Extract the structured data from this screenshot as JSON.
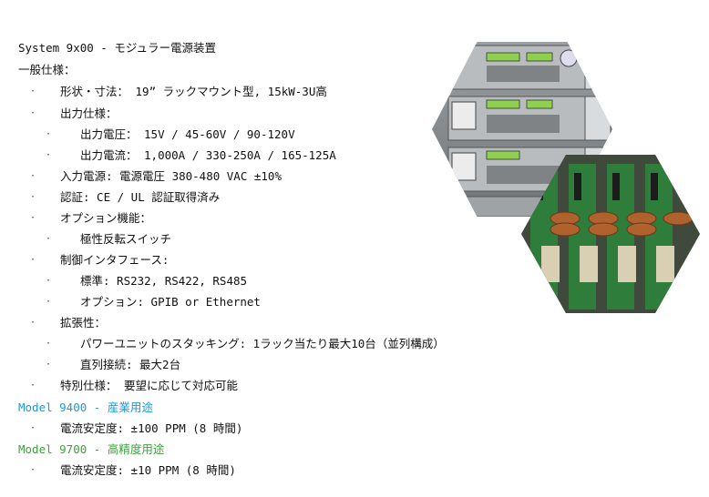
{
  "title": "System 9x00 - モジュラー電源装置",
  "general_spec": "一般仕様：",
  "items": [
    {
      "label": "形状・寸法： 19” ラックマウント型, 15kW-3U高"
    },
    {
      "label": "出力仕様："
    },
    {
      "label": "出力電圧： 15V / 45-60V / 90-120V"
    },
    {
      "label": "出力電流： 1,000A / 330-250A / 165-125A"
    },
    {
      "label": "入力電源: 電源電圧 380-480 VAC ±10%"
    },
    {
      "label": "認証: CE / UL 認証取得済み"
    },
    {
      "label": "オプション機能："
    },
    {
      "label": "極性反転スイッチ"
    },
    {
      "label": "制御インタフェース:"
    },
    {
      "label": "標準: RS232, RS422, RS485"
    },
    {
      "label": "オプション: GPIB or Ethernet"
    },
    {
      "label": "拡張性："
    },
    {
      "label": "パワーユニットのスタッキング: 1ラック当たり最大10台（並列構成）"
    },
    {
      "label": "直列接続: 最大2台"
    },
    {
      "label": "特別仕様： 要望に応じて対応可能"
    }
  ],
  "model_9400": {
    "heading": "Model 9400 - 産業用途",
    "spec": "電流安定度: ±100 PPM (8 時間)"
  },
  "model_9700": {
    "heading": "Model 9700 - 高精度用途",
    "spec": "電流安定度: ±10 PPM (8 時間)"
  },
  "bullet": "·",
  "colors": {
    "model_9400": "#1a9ad6",
    "model_9700": "#3aa33a"
  }
}
